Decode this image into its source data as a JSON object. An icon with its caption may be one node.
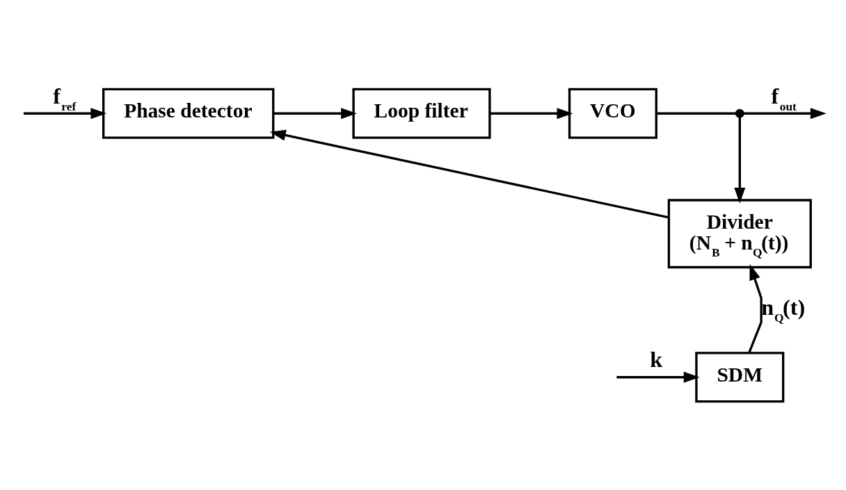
{
  "diagram": {
    "nodes": [
      {
        "text": [
          "Phase detector"
        ]
      },
      {
        "text": [
          "Loop filter"
        ]
      },
      {
        "text": [
          "VCO"
        ]
      },
      {
        "text": [
          "Divider",
          "(N$_{B}$ + n$_{Q}$(t))"
        ]
      },
      {
        "text": [
          "SDM"
        ]
      },
      {
        "text": [],
        "shape": "dot"
      }
    ],
    "edges": [
      {
        "from": null,
        "to": 0,
        "arrow": "to",
        "label": "f$_{ref}$"
      },
      {
        "from": 0,
        "to": 1,
        "arrow": "to"
      },
      {
        "from": 1,
        "to": 2,
        "arrow": "to"
      },
      {
        "from": 2,
        "to": 5,
        "arrow": "none"
      },
      {
        "from": 5,
        "to": null,
        "arrow": "to",
        "label": "f$_{out}$"
      },
      {
        "from": 5,
        "to": 3,
        "arrow": "to"
      },
      {
        "from": 3,
        "to": 0,
        "arrow": "to"
      },
      {
        "from": 4,
        "to": 3,
        "arrow": "to",
        "label": "n$_{Q}$(t)"
      },
      {
        "from": null,
        "to": 4,
        "arrow": "to",
        "label": "k"
      }
    ]
  }
}
